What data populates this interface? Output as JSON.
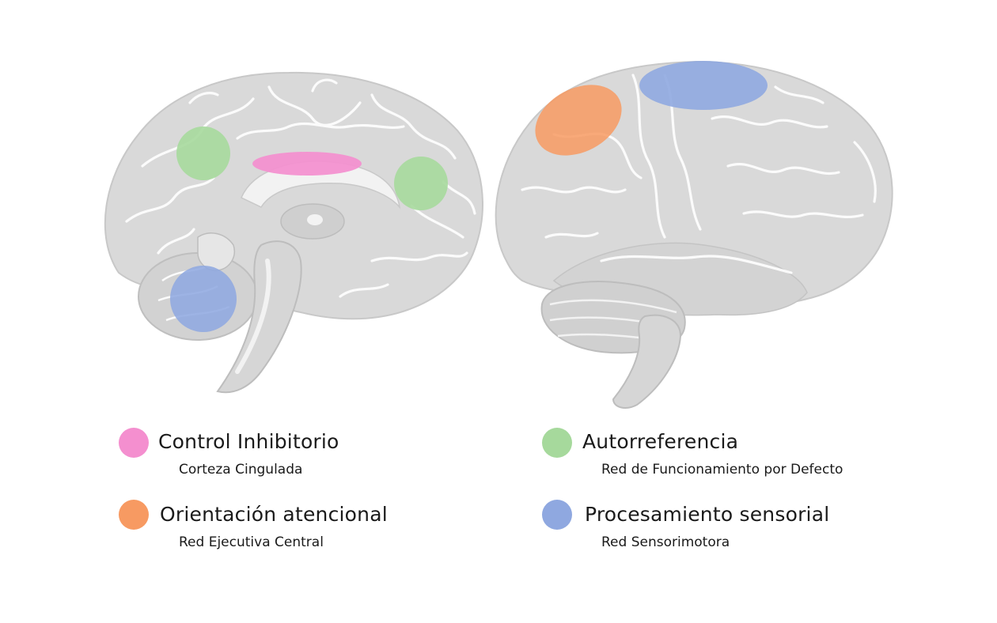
{
  "colors": {
    "pink": "#f48fcf",
    "green": "#a6d99c",
    "orange": "#f79a62",
    "blue": "#8fa8e0",
    "brain_fill": "#d9d9d9",
    "brain_stroke": "#ffffff"
  },
  "legend": [
    {
      "title": "Control Inhibitorio",
      "subtitle": "Corteza Cingulada",
      "color": "#f48fcf"
    },
    {
      "title": "Orientación atencional",
      "subtitle": "Red Ejecutiva Central",
      "color": "#f79a62"
    },
    {
      "title": "Autorreferencia",
      "subtitle": "Red de Funcionamiento por Defecto",
      "color": "#a6d99c"
    },
    {
      "title": "Procesamiento sensorial",
      "subtitle": "Red Sensorimotora",
      "color": "#8fa8e0"
    }
  ]
}
